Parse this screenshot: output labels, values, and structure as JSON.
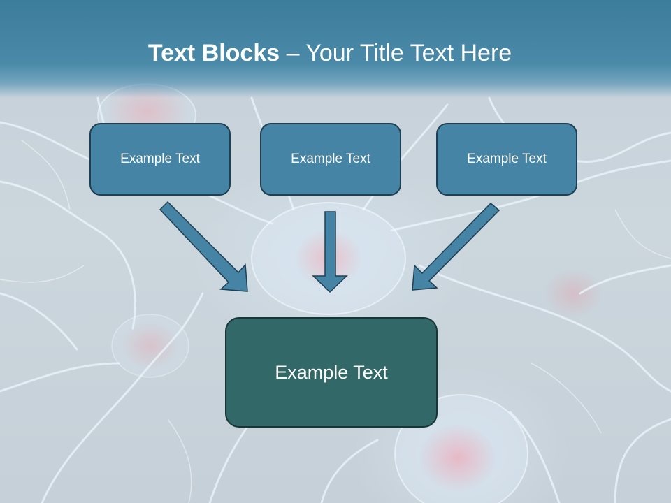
{
  "slide": {
    "title_bold": "Text Blocks",
    "title_dash": " – ",
    "title_rest": "Your Title Text Here",
    "blocks": [
      {
        "label": "Example Text"
      },
      {
        "label": "Example Text"
      },
      {
        "label": "Example Text"
      }
    ],
    "target": {
      "label": "Example Text"
    }
  },
  "colors": {
    "header": "#4a8aa8",
    "block_fill": "#4684a6",
    "block_border": "#1f3f52",
    "target_fill": "#336868",
    "arrow_fill": "#4684a6",
    "arrow_stroke": "#1f3f52"
  }
}
